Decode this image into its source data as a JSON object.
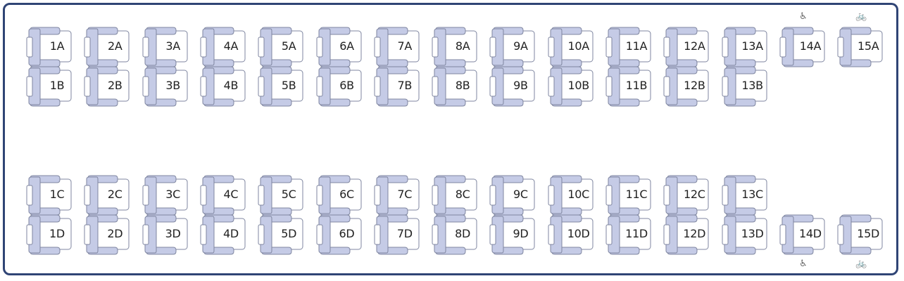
{
  "rows": [
    {
      "id": "row-a",
      "seats": [
        "1A",
        "2A",
        "3A",
        "4A",
        "5A",
        "6A",
        "7A",
        "8A",
        "9A",
        "10A",
        "11A",
        "12A",
        "13A",
        "14A",
        "15A"
      ]
    },
    {
      "id": "row-b",
      "seats": [
        "1B",
        "2B",
        "3B",
        "4B",
        "5B",
        "6B",
        "7B",
        "8B",
        "9B",
        "10B",
        "11B",
        "12B",
        "13B"
      ]
    },
    {
      "id": "row-c",
      "seats": [
        "1C",
        "2C",
        "3C",
        "4C",
        "5C",
        "6C",
        "7C",
        "8C",
        "9C",
        "10C",
        "11C",
        "12C",
        "13C"
      ]
    },
    {
      "id": "row-d",
      "seats": [
        "1D",
        "2D",
        "3D",
        "4D",
        "5D",
        "6D",
        "7D",
        "8D",
        "9D",
        "10D",
        "11D",
        "12D",
        "13D",
        "14D",
        "15D"
      ]
    }
  ],
  "amenities": {
    "top": [
      {
        "seat": "14A",
        "icon": "wheelchair-icon",
        "glyph": "♿"
      },
      {
        "seat": "15A",
        "icon": "bicycle-icon",
        "glyph": "🚲"
      }
    ],
    "bottom": [
      {
        "seat": "14D",
        "icon": "wheelchair-icon",
        "glyph": "♿"
      },
      {
        "seat": "15D",
        "icon": "bicycle-icon",
        "glyph": "🚲"
      }
    ]
  },
  "colors": {
    "seat_fill": "#c5cbe6",
    "seat_stroke": "#7f86a0",
    "seat_back": "#ffffff",
    "coach_border": "#2f4475"
  }
}
